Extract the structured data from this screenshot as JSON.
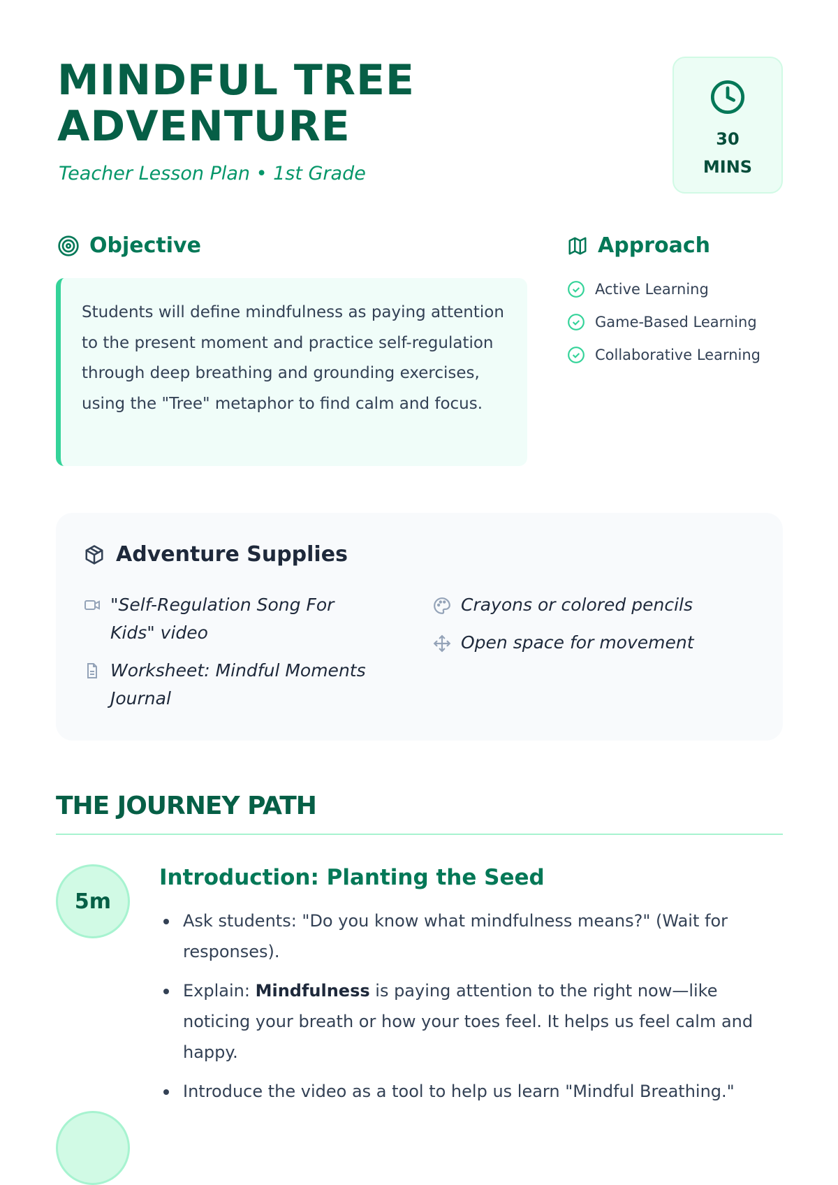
{
  "header": {
    "title_line1": "MINDFUL TREE",
    "title_line2": "ADVENTURE",
    "subtitle": "Teacher Lesson Plan • 1st Grade",
    "duration_value": "30",
    "duration_unit": "MINS"
  },
  "objective": {
    "heading": "Objective",
    "text": "Students will define mindfulness as paying attention to the present moment and practice self-regulation through deep breathing and grounding exercises, using the \"Tree\" metaphor to find calm and focus."
  },
  "approach": {
    "heading": "Approach",
    "items": [
      "Active Learning",
      "Game-Based Learning",
      "Collaborative Learning"
    ]
  },
  "supplies": {
    "heading": "Adventure Supplies",
    "items": [
      {
        "icon": "video-icon",
        "label": "\"Self-Regulation Song For Kids\" video"
      },
      {
        "icon": "document-icon",
        "label": "Worksheet: Mindful Moments Journal"
      },
      {
        "icon": "palette-icon",
        "label": "Crayons or colored pencils"
      },
      {
        "icon": "move-icon",
        "label": "Open space for movement"
      }
    ]
  },
  "journey": {
    "heading": "THE JOURNEY PATH",
    "steps": [
      {
        "time": "5m",
        "title": "Introduction: Planting the Seed",
        "bullets": [
          {
            "text": "Ask students: \"Do you know what mindfulness means?\" (Wait for responses)."
          },
          {
            "pre": "Explain: ",
            "bold": "Mindfulness",
            "post": " is paying attention to the right now—like noticing your breath or how your toes feel. It helps us feel calm and happy."
          },
          {
            "text": "Introduce the video as a tool to help us learn \"Mindful Breathing.\""
          }
        ]
      }
    ]
  },
  "colors": {
    "primary": "#065f46",
    "accent": "#34d399",
    "light": "#ecfdf5"
  }
}
